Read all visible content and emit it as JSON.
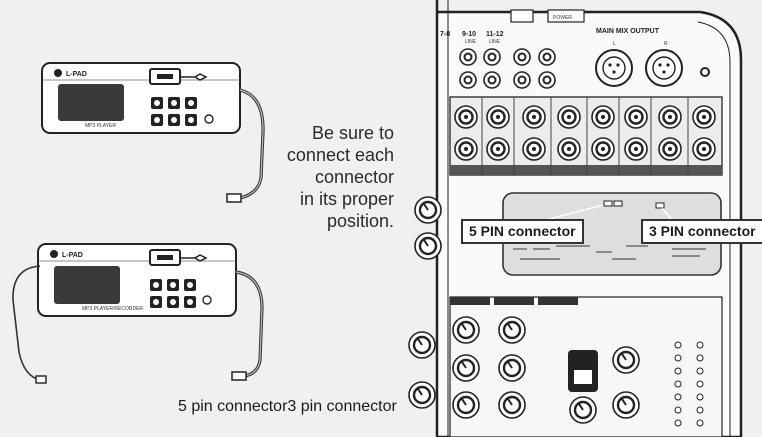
{
  "device": {
    "brand": "L-PAD",
    "panel_top_label": "MP3 PLAYER",
    "panel_bottom_label": "MP3 PLAYER/RECORDER"
  },
  "caption": {
    "lines": [
      "Be sure to",
      "connect each",
      "connector",
      "in its proper",
      "position."
    ]
  },
  "callouts": {
    "five_pin": "5 PIN connector",
    "three_pin": "3 PIN connector"
  },
  "bottom_labels": {
    "five_pin": "5 pin connector",
    "three_pin": "3 pin connector"
  },
  "mixer": {
    "main_mix_output": "MAIN MIX OUTPUT",
    "power": "POWER",
    "channel_headers": [
      "7-8",
      "9-10",
      "11-12"
    ],
    "line_label": "LINE",
    "lr_labels": [
      "L",
      "R"
    ]
  }
}
